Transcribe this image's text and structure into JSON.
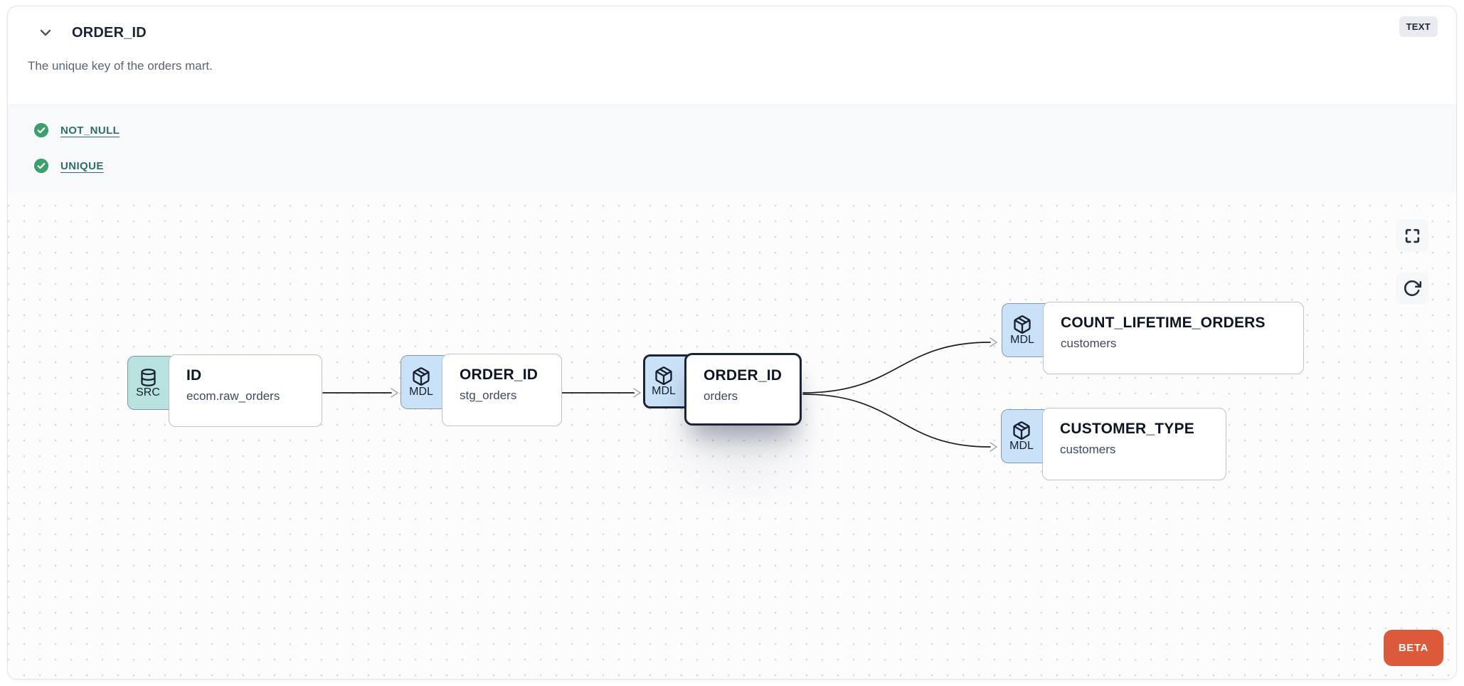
{
  "header": {
    "title": "ORDER_ID",
    "type_badge": "TEXT",
    "description": "The unique key of the orders mart."
  },
  "tests": [
    {
      "label": "NOT_NULL",
      "status": "pass"
    },
    {
      "label": "UNIQUE",
      "status": "pass"
    }
  ],
  "lineage": {
    "nodes": [
      {
        "badge": "SRC",
        "icon": "database-icon",
        "title": "ID",
        "subtitle": "ecom.raw_orders",
        "kind": "source",
        "selected": false
      },
      {
        "badge": "MDL",
        "icon": "cube-icon",
        "title": "ORDER_ID",
        "subtitle": "stg_orders",
        "kind": "model",
        "selected": false
      },
      {
        "badge": "MDL",
        "icon": "cube-icon",
        "title": "ORDER_ID",
        "subtitle": "orders",
        "kind": "model",
        "selected": true
      },
      {
        "badge": "MDL",
        "icon": "cube-icon",
        "title": "COUNT_LIFETIME_ORDERS",
        "subtitle": "customers",
        "kind": "model",
        "selected": false
      },
      {
        "badge": "MDL",
        "icon": "cube-icon",
        "title": "CUSTOMER_TYPE",
        "subtitle": "customers",
        "kind": "model",
        "selected": false
      }
    ],
    "controls": [
      "fullscreen-icon",
      "refresh-icon"
    ],
    "beta_label": "BETA"
  },
  "colors": {
    "accent_orange": "#dc5a3a",
    "pass_green": "#3ba06d",
    "test_link_teal": "#2d6f68",
    "model_badge_blue": "#c9e2f8",
    "source_badge_teal": "#b7e2de",
    "selected_border": "#1d2535",
    "edge_line": "#1e1e22",
    "tests_section_bg": "#f8f9fb"
  }
}
